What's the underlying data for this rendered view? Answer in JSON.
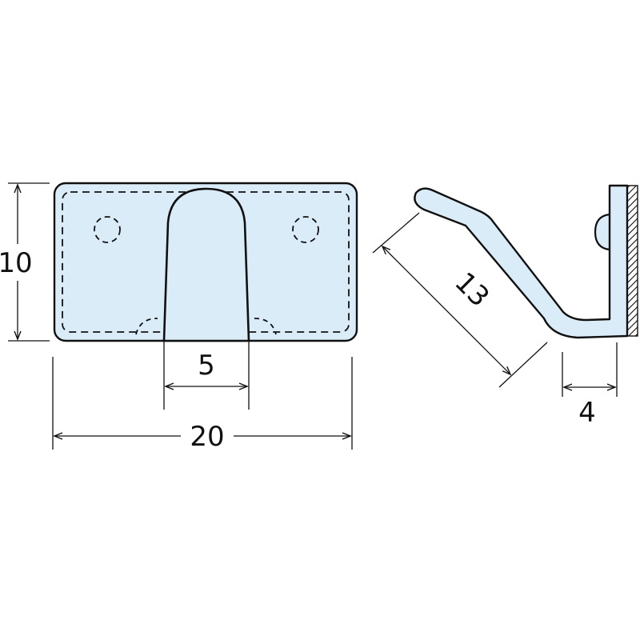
{
  "colors": {
    "part_fill": "#d9ecf8",
    "outline": "#111111",
    "background": "#ffffff"
  },
  "dimensions": {
    "height": "10",
    "width": "20",
    "slot_width": "5",
    "hook_length": "13",
    "hook_depth": "4"
  }
}
